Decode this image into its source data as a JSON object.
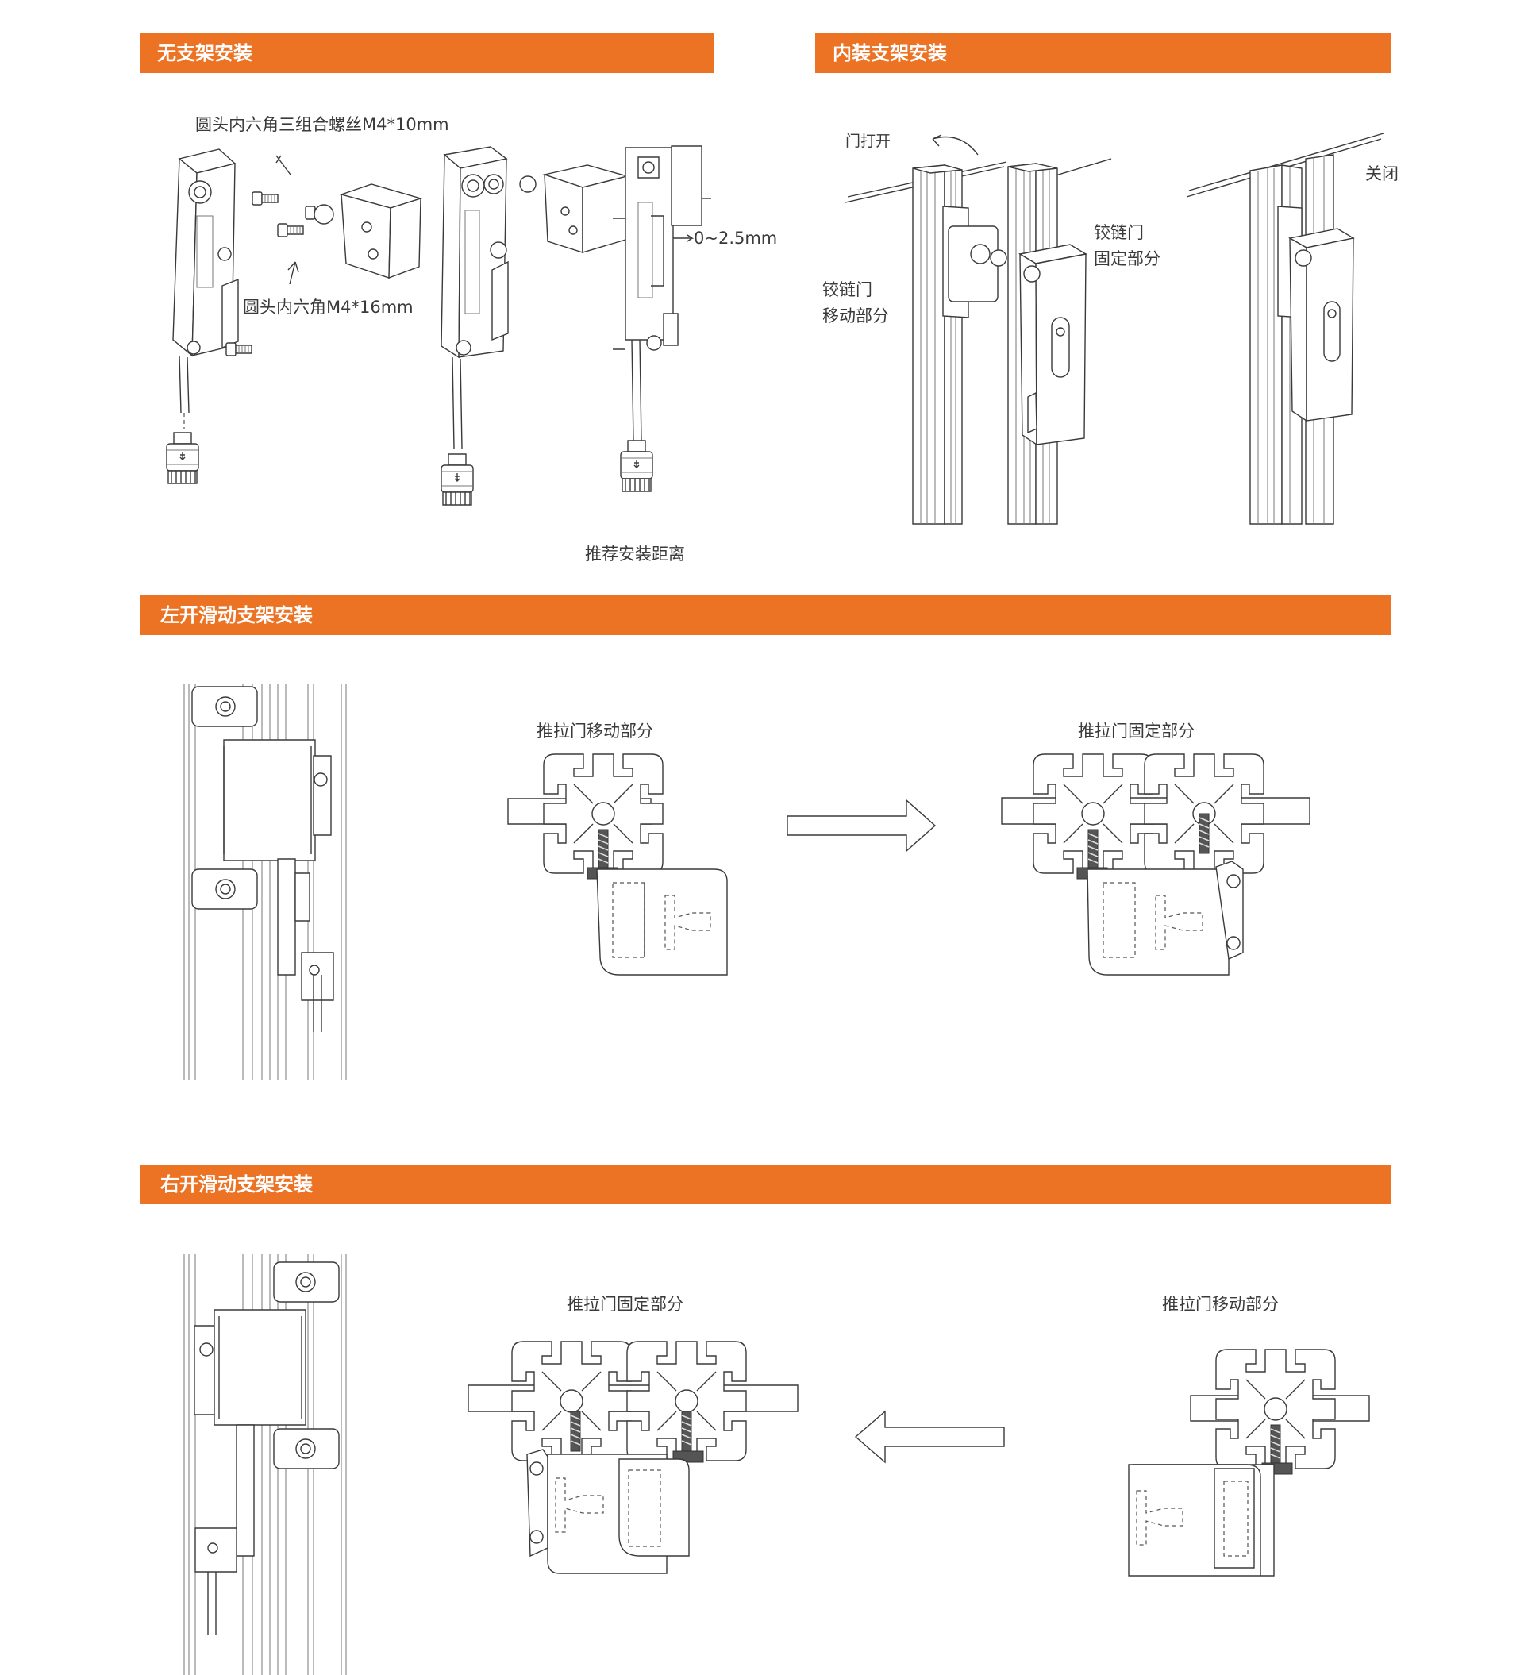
{
  "sections": {
    "no_bracket": {
      "title": "无支架安装"
    },
    "internal_bracket": {
      "title": "内装支架安装"
    },
    "left_slide": {
      "title": "左开滑动支架安装"
    },
    "right_slide": {
      "title": "右开滑动支架安装"
    }
  },
  "labels": {
    "screw_m4_10": "圆头内六角三组合螺丝M4*10mm",
    "screw_m4_16": "圆头内六角M4*16mm",
    "gap": "0~2.5mm",
    "recommended_distance": "推荐安装距离",
    "door_open": "门打开",
    "close": "关闭",
    "hinge_fixed_1": "铰链门",
    "hinge_fixed_2": "固定部分",
    "hinge_moving_1": "铰链门",
    "hinge_moving_2": "移动部分",
    "slide_moving": "推拉门移动部分",
    "slide_fixed": "推拉门固定部分"
  },
  "colors": {
    "accent": "#ec7224",
    "line": "#3a3a3a",
    "background": "#ffffff"
  }
}
